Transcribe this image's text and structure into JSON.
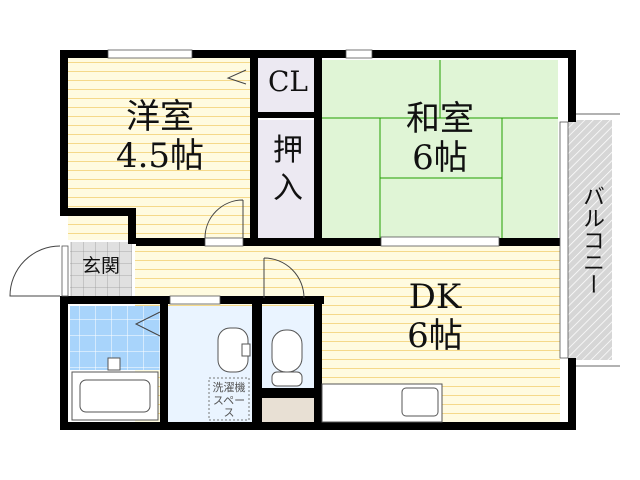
{
  "rooms": {
    "western": {
      "name": "洋室",
      "size": "4.5帖"
    },
    "closet": {
      "name": "CL"
    },
    "oshiire": {
      "name": "押入"
    },
    "japanese": {
      "name": "和室",
      "size": "6帖"
    },
    "dk": {
      "name": "DK",
      "size": "6帖"
    },
    "entrance": {
      "name": "玄関"
    },
    "balcony": {
      "name": "バルコニー"
    },
    "laundry": {
      "name": "洗濯機スペース"
    }
  },
  "colors": {
    "wall": "#000000",
    "wood_floor": "#fffbe0",
    "wood_line": "#f5d98a",
    "tatami": "#e0f5d6",
    "tatami_line": "#22a000",
    "bath_tile": "#a8d4fb",
    "wet_floor": "#eaf4ff",
    "entrance_tile": "#e0e0e0",
    "closet": "#ece9f2",
    "storage": "#e8e0d4"
  }
}
